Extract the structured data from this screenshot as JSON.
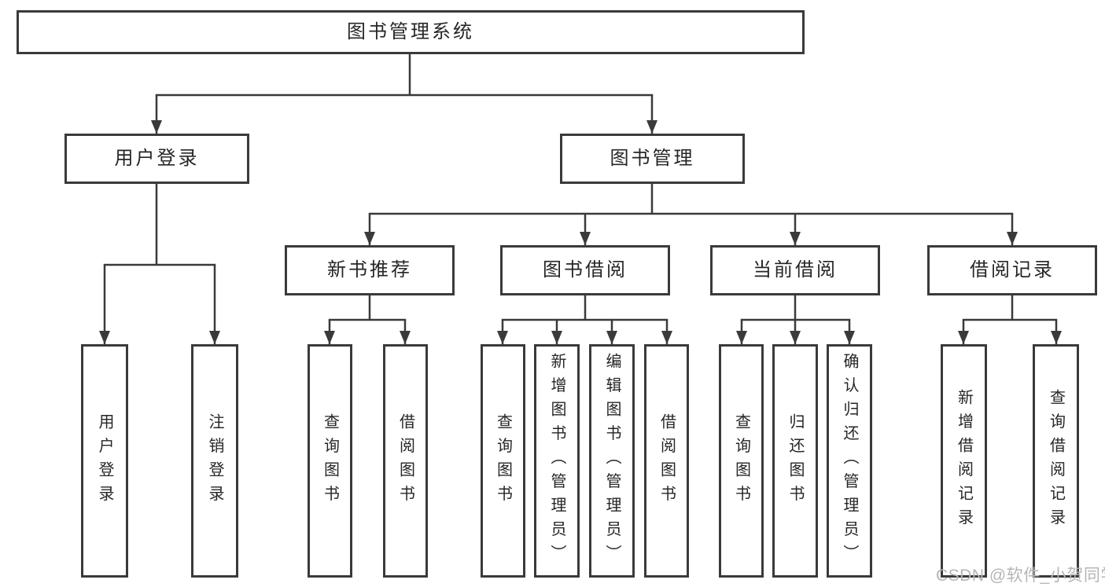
{
  "watermark": {
    "text": "CSDN @软件_小贺同学"
  },
  "colors": {
    "line": "#3a3a3a",
    "box_border": "#3a3a3a",
    "box_fill": "#ffffff",
    "text": "#262626",
    "watermark": "#b5b5b5",
    "background": "#ffffff"
  },
  "tree": {
    "label": "图书管理系统",
    "children": [
      {
        "label": "用户登录",
        "children": [
          {
            "label": "用户登录"
          },
          {
            "label": "注销登录"
          }
        ]
      },
      {
        "label": "图书管理",
        "children": [
          {
            "label": "新书推荐",
            "children": [
              {
                "label": "查询图书"
              },
              {
                "label": "借阅图书"
              }
            ]
          },
          {
            "label": "图书借阅",
            "children": [
              {
                "label": "查询图书"
              },
              {
                "label": "新增图书（管理员）"
              },
              {
                "label": "编辑图书（管理员）"
              },
              {
                "label": "借阅图书"
              }
            ]
          },
          {
            "label": "当前借阅",
            "children": [
              {
                "label": "查询图书"
              },
              {
                "label": "归还图书"
              },
              {
                "label": "确认归还（管理员）"
              }
            ]
          },
          {
            "label": "借阅记录",
            "children": [
              {
                "label": "新增借阅记录"
              },
              {
                "label": "查询借阅记录"
              }
            ]
          }
        ]
      }
    ]
  }
}
